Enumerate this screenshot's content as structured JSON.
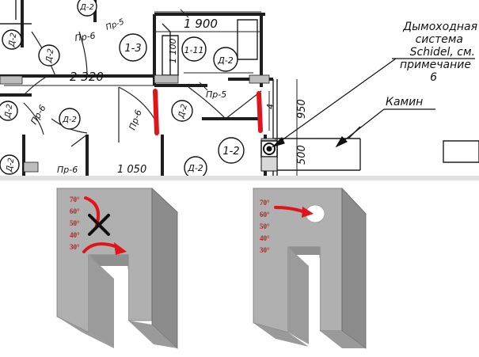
{
  "plan": {
    "callouts": {
      "chimney": [
        "Дымоходная",
        "система",
        "Schidel, см.",
        "примечание",
        "6"
      ],
      "fireplace": "Камин"
    },
    "dimensions": {
      "top_width": "1 900",
      "corridor_width": "2 320",
      "left_small": "1 100",
      "right_vertical": "950",
      "lower_vertical": "500",
      "bottom_small": "1 050",
      "stub": "4"
    },
    "rooms": [
      "1-3",
      "1-11",
      "1-2",
      "Д-2",
      "Д-2",
      "Д-2",
      "Д-2",
      "Д-2",
      "Д-2",
      "Д-2",
      "Д-2",
      "Д-2"
    ],
    "partitions": [
      "Пр-6",
      "Пр-5",
      "Пр-6",
      "Пр-6",
      "Пр-5",
      "Пр-6"
    ]
  },
  "diagrams": {
    "temperature_scale": [
      "70°",
      "60°",
      "50°",
      "40°",
      "30°"
    ],
    "left_variant": {
      "blocked": true
    },
    "right_variant": {
      "blocked": false
    }
  },
  "colors": {
    "red_marker": "#e0141a",
    "wall_front": "#aeaeae",
    "wall_side": "#8a8a8a",
    "wall_top": "#c8c8c8",
    "line": "#222222"
  }
}
